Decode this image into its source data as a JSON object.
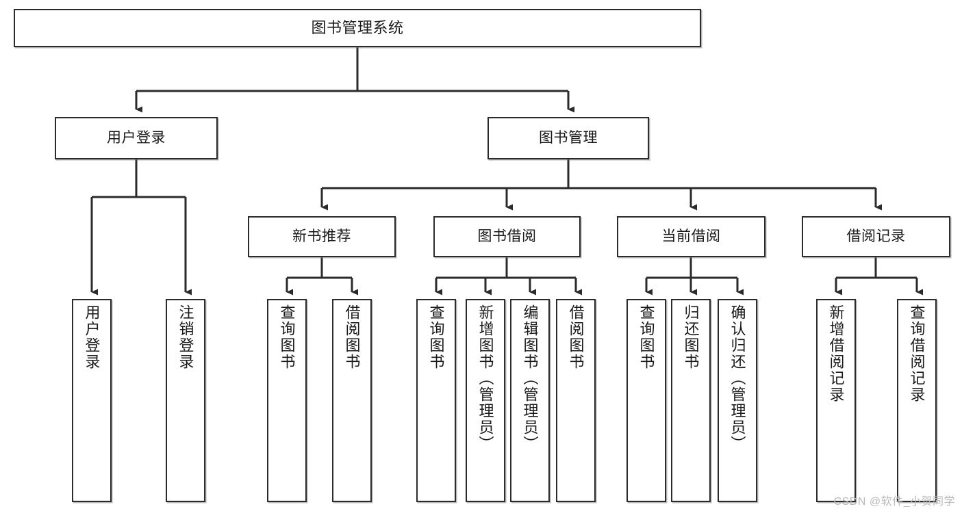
{
  "diagram": {
    "type": "tree-hierarchy-chart",
    "title_text": "图书管理系统",
    "watermark": "CSDN @软件_小贺同学",
    "colors": {
      "background": "#ffffff",
      "border": "#2b2b2b",
      "text": "#1a1a1a",
      "connector": "#2b2b2b",
      "watermark": "#b9b9b9"
    },
    "levels": {
      "root": {
        "label": "图书管理系统"
      },
      "level2": [
        {
          "label": "用户登录"
        },
        {
          "label": "图书管理"
        }
      ],
      "level3": [
        {
          "label": "新书推荐"
        },
        {
          "label": "图书借阅"
        },
        {
          "label": "当前借阅"
        },
        {
          "label": "借阅记录"
        }
      ],
      "leaves": {
        "user_login": [
          {
            "label": "用户登录"
          },
          {
            "label": "注销登录"
          }
        ],
        "new_book_recommend": [
          {
            "label": "查询图书"
          },
          {
            "label": "借阅图书"
          }
        ],
        "book_borrow": [
          {
            "label": "查询图书"
          },
          {
            "label": "新增图书（管理员）"
          },
          {
            "label": "编辑图书（管理员）"
          },
          {
            "label": "借阅图书"
          }
        ],
        "current_borrow": [
          {
            "label": "查询图书"
          },
          {
            "label": "归还图书"
          },
          {
            "label": "确认归还（管理员）"
          }
        ],
        "borrow_record": [
          {
            "label": "新增借阅记录"
          },
          {
            "label": "查询借阅记录"
          }
        ]
      }
    }
  }
}
